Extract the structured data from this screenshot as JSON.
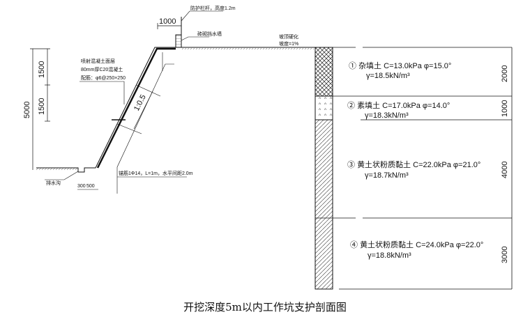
{
  "title": "开挖深度5m以内工作坑支护剖面图",
  "annotations": {
    "railing": "防护栏杆，高度1.2m",
    "wall": "砖砌挡水墙",
    "top_hardening_1": "坡顶硬化",
    "top_hardening_2": "坡度=1%",
    "shotcrete_1": "喷射混凝土面层",
    "shotcrete_2": "80mm厚C20混凝土",
    "shotcrete_3": "配筋：φ6@250×250",
    "anchor": "锚筋1Φ14，L=1m，水平间距2.0m",
    "ditch": "排水沟",
    "slope_ratio": "1:0.5"
  },
  "dimensions": {
    "railing_offset": "1000",
    "total_depth": "5000",
    "upper_1": "1500",
    "upper_2": "1500",
    "ditch_width": "300",
    "ditch_offset": "500"
  },
  "layers": [
    {
      "num": "①",
      "name": "杂填土",
      "c": "C=13.0kPa",
      "phi": "φ=15.0°",
      "gamma": "γ=18.5kN/m³",
      "thickness": "2000"
    },
    {
      "num": "②",
      "name": "素填土",
      "c": "C=17.0kPa",
      "phi": "φ=14.0°",
      "gamma": "γ=18.3kN/m³",
      "thickness": "1000"
    },
    {
      "num": "③",
      "name": "黄土状粉质黏土",
      "c": "C=22.0kPa",
      "phi": "φ=21.0°",
      "gamma": "γ=18.7kN/m³",
      "thickness": "4000"
    },
    {
      "num": "④",
      "name": "黄土状粉质黏土",
      "c": "C=24.0kPa",
      "phi": "φ=22.0°",
      "gamma": "γ=18.8kN/m³",
      "thickness": "3000"
    }
  ]
}
